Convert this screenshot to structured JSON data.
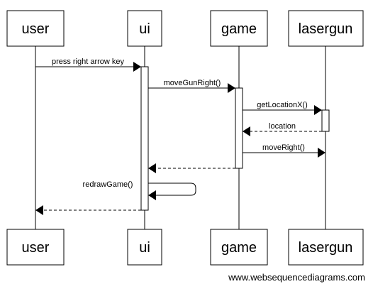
{
  "diagram": {
    "type": "sequence",
    "participants": [
      "user",
      "ui",
      "game",
      "lasergun"
    ],
    "messages": [
      {
        "from": "user",
        "to": "ui",
        "label": "press right arrow key",
        "style": "solid"
      },
      {
        "from": "ui",
        "to": "game",
        "label": "moveGunRight()",
        "style": "solid"
      },
      {
        "from": "game",
        "to": "lasergun",
        "label": "getLocationX()",
        "style": "solid"
      },
      {
        "from": "lasergun",
        "to": "game",
        "label": "location",
        "style": "dashed"
      },
      {
        "from": "game",
        "to": "lasergun",
        "label": "moveRight()",
        "style": "solid"
      },
      {
        "from": "game",
        "to": "ui",
        "label": "",
        "style": "dashed"
      },
      {
        "from": "ui",
        "to": "ui",
        "label": "redrawGame()",
        "style": "solid"
      },
      {
        "from": "ui",
        "to": "user",
        "label": "",
        "style": "dashed"
      }
    ]
  },
  "footer": "www.websequencediagrams.com"
}
